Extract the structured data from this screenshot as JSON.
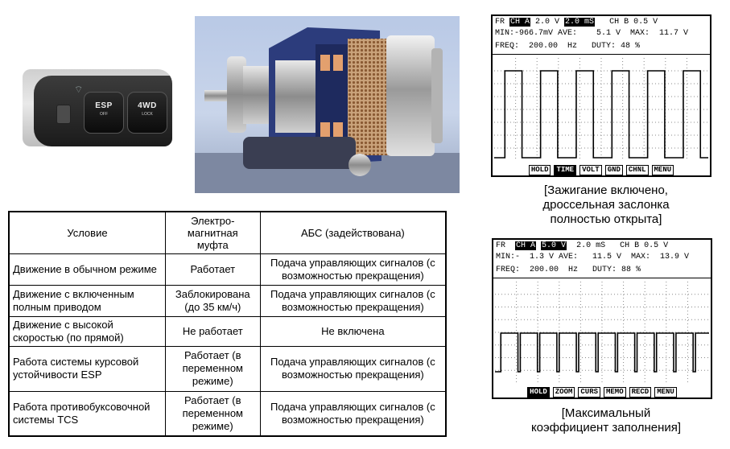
{
  "switch_panel": {
    "esp_label": "ESP",
    "esp_sub": "OFF",
    "awd_label": "4WD",
    "awd_sub": "LOCK"
  },
  "table": {
    "headers": [
      "Условие",
      "Электро-\nмагнитная\nмуфта",
      "АБС (задействована)"
    ],
    "rows": [
      [
        "Движение в обычном режиме",
        "Работает",
        "Подача управляющих сигналов (с возможностью прекращения)"
      ],
      [
        "Движение с включенным полным приводом",
        "Заблокирована (до 35 км/ч)",
        "Подача управляющих сигналов (с возможностью прекращения)"
      ],
      [
        "Движение с высокой скоростью (по прямой)",
        "Не работает",
        "Не включена"
      ],
      [
        "Работа системы курсовой устойчивости ESP",
        "Работает (в переменном режиме)",
        "Подача управляющих сигналов (с возможностью прекращения)"
      ],
      [
        "Работа противобуксовочной системы TCS",
        "Работает (в переменном режиме)",
        "Подача управляющих сигналов (с возможностью прекращения)"
      ]
    ]
  },
  "scope1": {
    "line1_pre": "FR ",
    "line1_ch": "CH A",
    "line1_mid": " 2.0 V ",
    "line1_time": "2.0 mS",
    "line1_post": "   CH B 0.5 V",
    "line2": "MIN:-966.7mV AVE:    5.1 V  MAX:  11.7 V",
    "line3": "FREQ:  200.00  Hz   DUTY: 48 %",
    "duty": 48,
    "periods": 6,
    "buttons": [
      "HOLD",
      "TIME",
      "VOLT",
      "GND",
      "CHNL",
      "MENU"
    ],
    "selected_button": "TIME",
    "caption": "[Зажигание включено,\nдроссельная заслонка\nполностью открыта]"
  },
  "scope2": {
    "line1_pre": "FR  ",
    "line1_ch": "CH A",
    "line1_volt": "5.0 V",
    "line1_post": "  2.0 mS   CH B 0.5 V",
    "line2": "MIN:-  1.3 V AVE:   11.5 V  MAX:  13.9 V",
    "line3": "FREQ:  200.00  Hz   DUTY: 88 %",
    "duty": 88,
    "periods": 11,
    "buttons": [
      "HOLD",
      "ZOOM",
      "CURS",
      "MEMO",
      "RECD",
      "MENU"
    ],
    "selected_button": "HOLD",
    "caption": "[Максимальный\nкоэффициент заполнения]"
  }
}
